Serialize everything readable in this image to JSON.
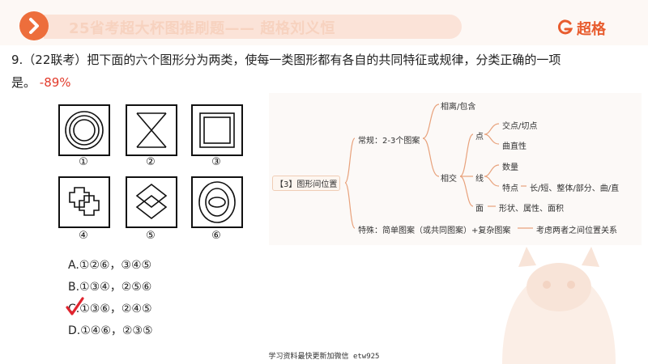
{
  "header": {
    "banner_title": "25省考超大杯图推刷题—— 超格刘义恒",
    "brand_name": "超格",
    "colors": {
      "accent": "#ed6e3c",
      "banner_bg": "#fbe3d8",
      "brand": "#e85c2e"
    }
  },
  "question": {
    "line1": "9.（22联考）把下面的六个图形分为两类，使每一类图形都有各自的共同特征或规律，分类正确的一项",
    "line2": "是。",
    "accuracy": "-89%"
  },
  "figures": {
    "labels": [
      "①",
      "②",
      "③",
      "④",
      "⑤",
      "⑥"
    ]
  },
  "options": [
    {
      "text": "A.①②⑥，③④⑤",
      "checked": false
    },
    {
      "text": "B.①③④，②⑤⑥",
      "checked": false
    },
    {
      "text": "C.①③⑥，②④⑤",
      "checked": true
    },
    {
      "text": "D.①④⑥，②③⑤",
      "checked": false
    }
  ],
  "mindmap": {
    "root": "【3】图形间位置",
    "normal": "常规：2-3个图案",
    "separate": "相离/包含",
    "intersect": "相交",
    "point": "点",
    "point_items": [
      "交点/切点",
      "曲直性"
    ],
    "line": "线",
    "line_quantity": "数量",
    "line_features": "特点",
    "line_features_detail": "长/短、整体/部分、曲/直",
    "face": "面",
    "face_detail": "形状、属性、面积",
    "special": "特殊：简单图案（或共同图案）+复杂图案",
    "special_detail": "考虑两者之间位置关系"
  },
  "watermark": "学习资料最快更新加微信 etw925"
}
